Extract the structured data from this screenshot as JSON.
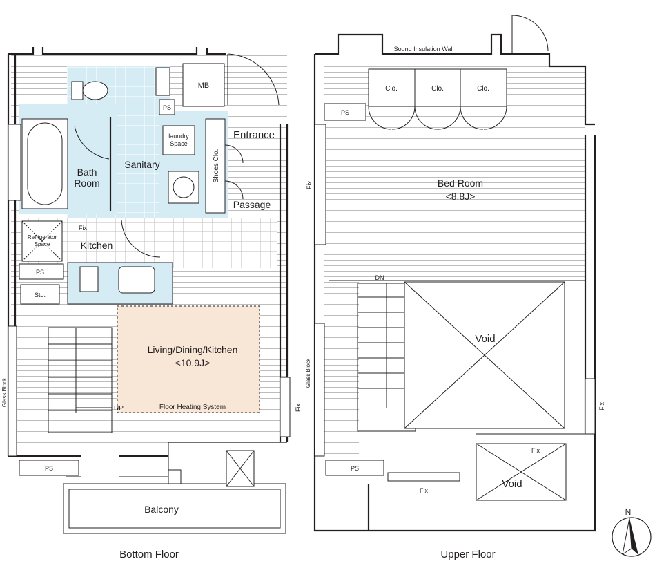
{
  "bottom_floor": {
    "caption": "Bottom Floor",
    "rooms": {
      "mb": "MB",
      "ps_top": "PS",
      "laundry_line1": "laundry",
      "laundry_line2": "Space",
      "entrance": "Entrance",
      "bath_line1": "Bath",
      "bath_line2": "Room",
      "sanitary": "Sanitary",
      "shoes_clo": "Shoes Clo.",
      "passage": "Passage",
      "fix_kitchen": "Fix",
      "refrigerator_line1": "Refrigerator",
      "refrigerator_line2": "Space",
      "kitchen": "Kitchen",
      "ps_kitchen": "PS",
      "sto": "Sto.",
      "ldk_line1": "Living/Dining/Kitchen",
      "ldk_line2": "<10.9J>",
      "up": "UP",
      "floor_heating": "Floor Heating System",
      "glass_block": "Glass Block",
      "fix_right": "Fix",
      "ps_bottom": "PS",
      "balcony": "Balcony"
    }
  },
  "upper_floor": {
    "caption": "Upper Floor",
    "rooms": {
      "sound_insulation": "Sound Insulation Wall",
      "clo_1": "Clo.",
      "clo_2": "Clo.",
      "clo_3": "Clo.",
      "ps_top": "PS",
      "bedroom_line1": "Bed Room",
      "bedroom_line2": "<8.8J>",
      "fix_left": "Fix",
      "dn": "DN",
      "void_main": "Void",
      "glass_block": "Glass Block",
      "fix_right": "Fix",
      "fix_top": "Fix",
      "void_small": "Void",
      "ps_bottom": "PS",
      "fix_bottom": "Fix"
    }
  },
  "compass": {
    "north": "N"
  },
  "colors": {
    "line": "#231f20",
    "wet_area": "#d5ecf5",
    "ldk_floor": "#f8e6d6",
    "closet": "#fbf7ec",
    "hatch": "#c9c9c9"
  }
}
